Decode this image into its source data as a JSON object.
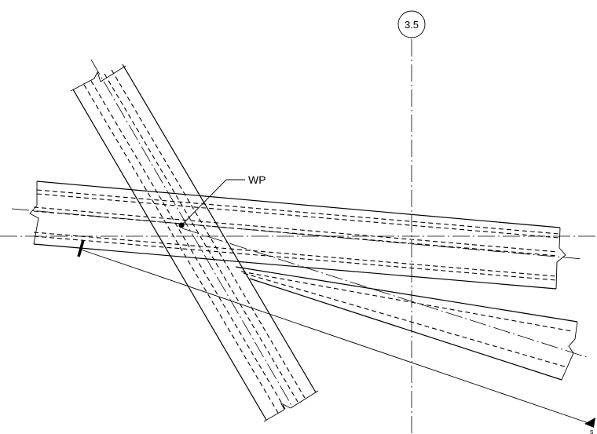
{
  "drawing": {
    "grid_label": "3.5",
    "work_point_label": "WP",
    "corner_mark": "s"
  }
}
